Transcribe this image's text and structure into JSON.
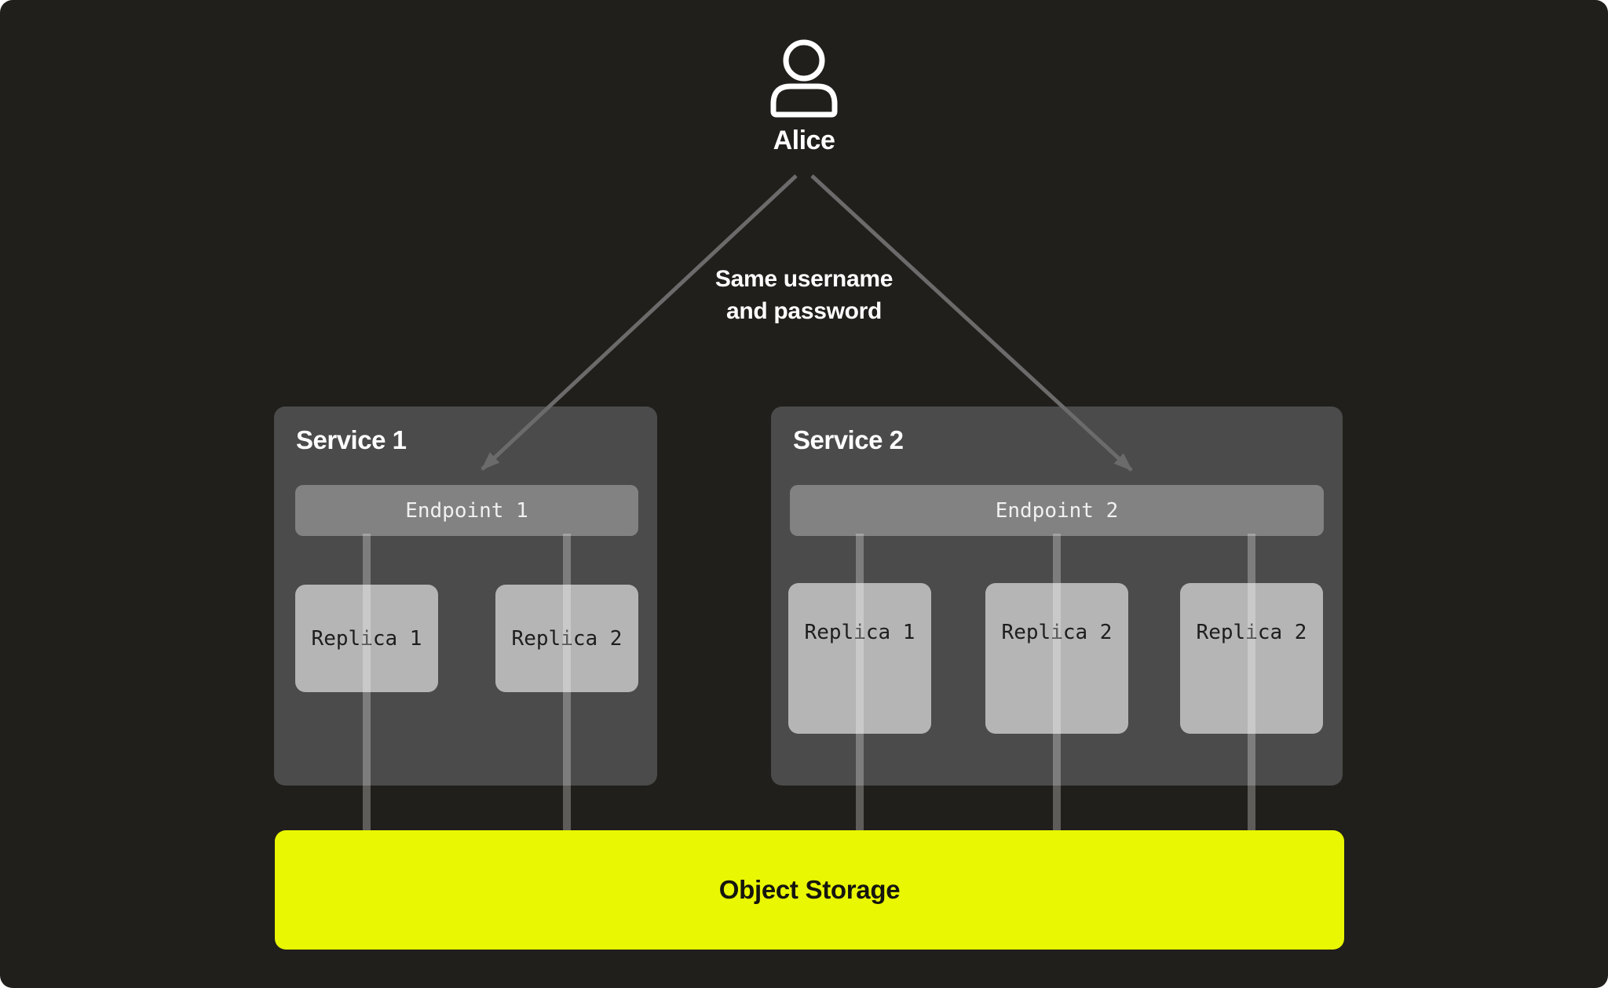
{
  "user": {
    "name": "Alice",
    "icon": "person-icon"
  },
  "annotation": {
    "line1": "Same username",
    "line2": "and password"
  },
  "services": [
    {
      "title": "Service 1",
      "endpoint": {
        "label": "Endpoint 1"
      },
      "replicas": [
        {
          "label": "Replica 1"
        },
        {
          "label": "Replica 2"
        }
      ]
    },
    {
      "title": "Service 2",
      "endpoint": {
        "label": "Endpoint 2"
      },
      "replicas": [
        {
          "label": "Replica 1"
        },
        {
          "label": "Replica 2"
        },
        {
          "label": "Replica 2"
        }
      ]
    }
  ],
  "storage": {
    "label": "Object Storage"
  },
  "colors": {
    "panel_background": "#201f1b",
    "service_box": "#4b4b4b",
    "endpoint_bar": "#828282",
    "replica_box": "#b5b5b5",
    "storage_yellow": "#e9f702",
    "connector_gray": "#6e6e6e",
    "arrow_gray": "#6b6b6b",
    "text_white": "#ffffff",
    "text_dark": "#1d1d1d"
  }
}
